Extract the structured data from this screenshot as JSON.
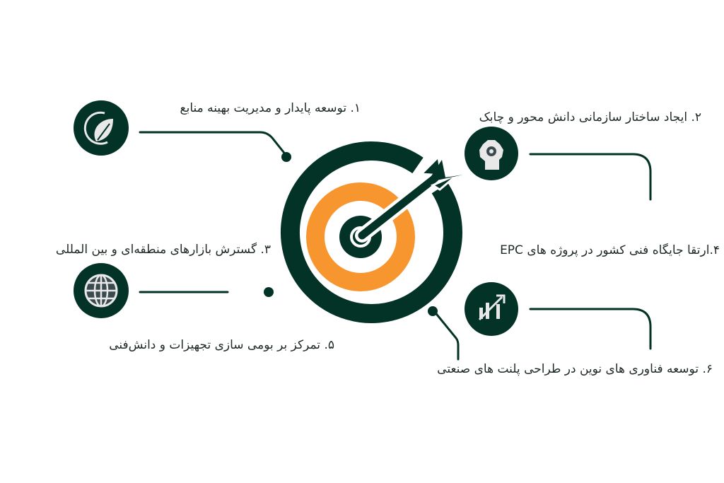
{
  "colors": {
    "dark": "#033226",
    "orange": "#F7962F",
    "icon_fill": "#e8e8e8"
  },
  "items": [
    {
      "label": "۱. توسعه پایدار و مدیریت بهینه منابع",
      "icon": "leaf-cycle-icon"
    },
    {
      "label": "۲. ایجاد ساختار سازمانی دانش محور و چابک",
      "icon": "gear-head-icon"
    },
    {
      "label": "۳. گسترش بازارهای منطقه‌ای و بین المللی",
      "icon": "globe-icon"
    },
    {
      "label": "۴.ارتقا جایگاه فنی کشور در پروژه های EPC",
      "icon": null
    },
    {
      "label": "۵. تمرکز بر بومی سازی تجهیزات و دانش‌فنی",
      "icon": null
    },
    {
      "label": "۶. توسعه فناوری های نوین در طراحی پلنت های صنعتی",
      "icon": "growth-chart-icon"
    }
  ]
}
